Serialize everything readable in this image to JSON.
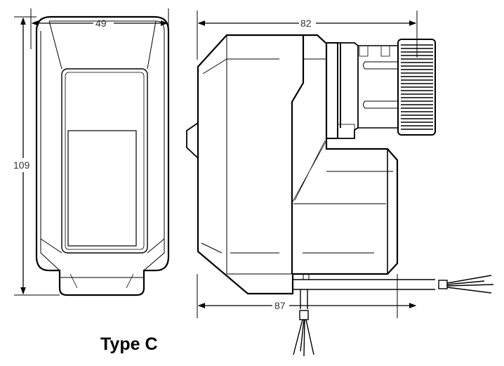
{
  "title": "Type C",
  "dimensions": {
    "width_front": "49",
    "height": "109",
    "depth_top": "82",
    "depth_bottom": "87"
  },
  "colors": {
    "line": "#000000",
    "thin": "#444444"
  }
}
